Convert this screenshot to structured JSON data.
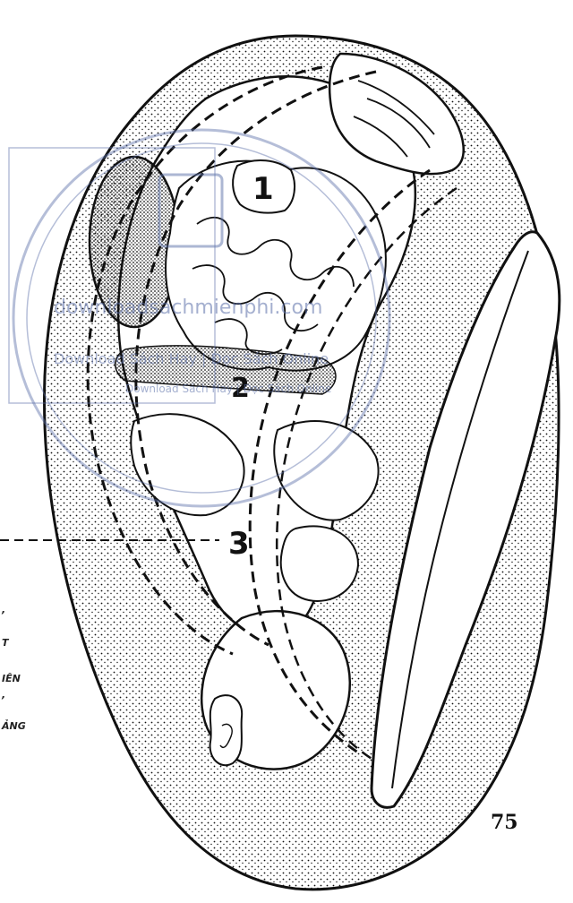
{
  "figure": {
    "labels": [
      "1",
      "2",
      "3"
    ],
    "side_text_fragments": [
      ",",
      "T",
      "IÊN",
      ",",
      "ẢNG"
    ],
    "page_number": "75"
  },
  "watermark": {
    "line1": "Download Sách Hay | Đọc Sách Online",
    "line2": "Download Sách Hay | Đọc Sách Online",
    "line3": "downloadsachmienphi.com"
  },
  "colors": {
    "ink": "#111111",
    "watermark": "#5a6fa8"
  }
}
